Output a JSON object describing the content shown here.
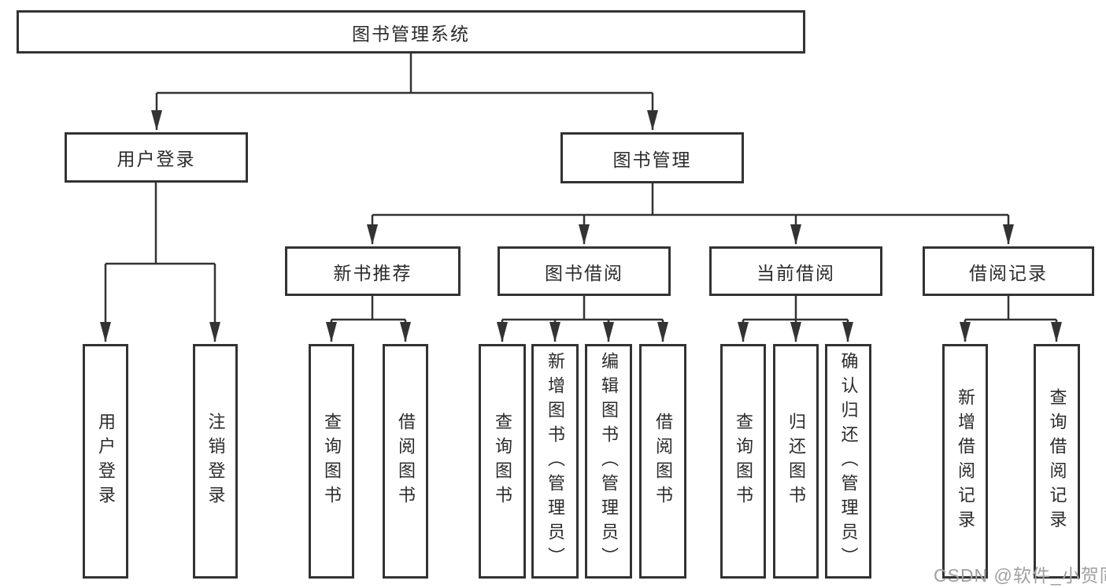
{
  "tree": {
    "root": {
      "label": "图书管理系统"
    },
    "branches": [
      {
        "label": "用户登录",
        "children": [
          {
            "label": "用户登录"
          },
          {
            "label": "注销登录"
          }
        ]
      },
      {
        "label": "图书管理",
        "children": [
          {
            "label": "新书推荐",
            "children": [
              {
                "label": "查询图书"
              },
              {
                "label": "借阅图书"
              }
            ]
          },
          {
            "label": "图书借阅",
            "children": [
              {
                "label": "查询图书"
              },
              {
                "label": "新增图书（管理员）"
              },
              {
                "label": "编辑图书（管理员）"
              },
              {
                "label": "借阅图书"
              }
            ]
          },
          {
            "label": "当前借阅",
            "children": [
              {
                "label": "查询图书"
              },
              {
                "label": "归还图书"
              },
              {
                "label": "确认归还（管理员）"
              }
            ]
          },
          {
            "label": "借阅记录",
            "children": [
              {
                "label": "新增借阅记录"
              },
              {
                "label": "查询借阅记录"
              }
            ]
          }
        ]
      }
    ]
  },
  "watermark": {
    "text": "CSDN @软件_小贺同学"
  },
  "colors": {
    "line": "#333333",
    "box_border": "#333333",
    "text": "#2b2b2b",
    "watermark": "#a0a0a0",
    "background": "#ffffff"
  }
}
